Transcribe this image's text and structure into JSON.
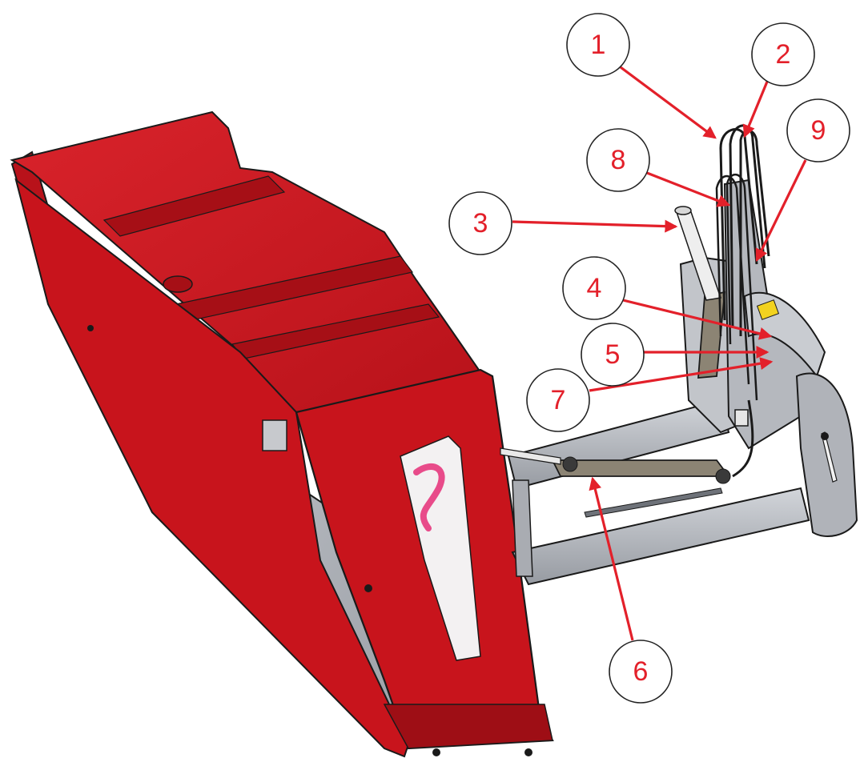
{
  "colors": {
    "callout_text": "#e3202a",
    "leader_arrow": "#e3202a",
    "bucket_red": "#c8141c",
    "bucket_red_dark": "#8e0c12",
    "bucket_red_light": "#d9232b",
    "steel_grey": "#b9bcc2",
    "steel_grey_dark": "#7f838a",
    "outline": "#1a1a1a"
  },
  "callouts": [
    {
      "id": "1",
      "label": "1"
    },
    {
      "id": "2",
      "label": "2"
    },
    {
      "id": "3",
      "label": "3"
    },
    {
      "id": "4",
      "label": "4"
    },
    {
      "id": "5",
      "label": "5"
    },
    {
      "id": "6",
      "label": "6"
    },
    {
      "id": "7",
      "label": "7"
    },
    {
      "id": "8",
      "label": "8"
    },
    {
      "id": "9",
      "label": "9"
    }
  ]
}
